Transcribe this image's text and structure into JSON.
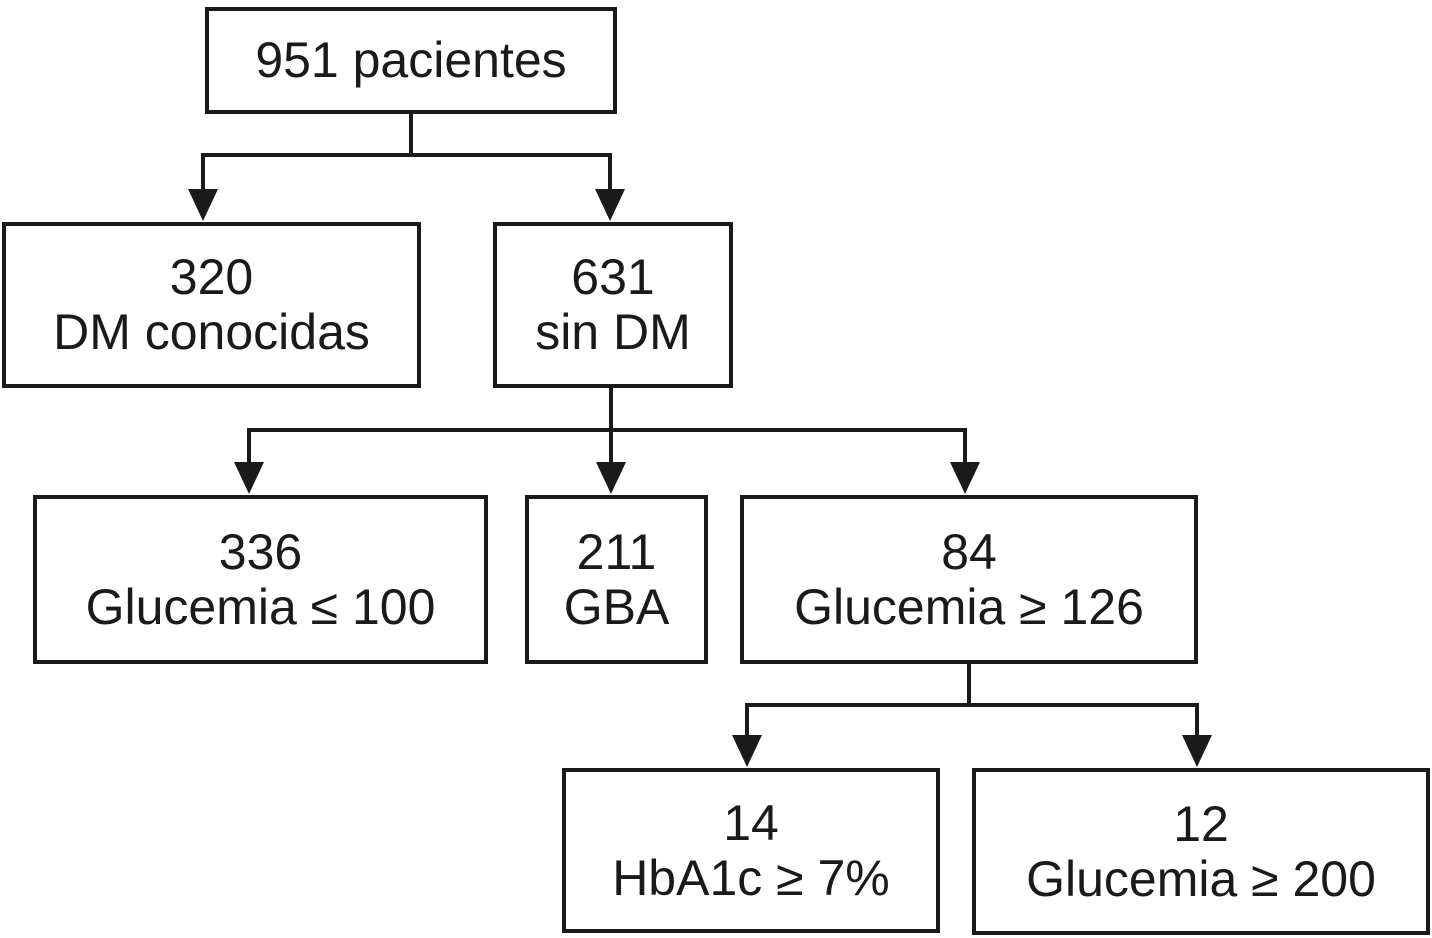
{
  "figure": {
    "type": "flowchart",
    "background": "#ffffff",
    "line_color": "#1a1a1a",
    "text_color": "#1a1a1a"
  },
  "nodes": {
    "root": {
      "line1": "951 pacientes"
    },
    "dm": {
      "line1": "320",
      "line2": "DM conocidas"
    },
    "sindm": {
      "line1": "631",
      "line2": "sin DM"
    },
    "glu100": {
      "line1": "336",
      "line2": "Glucemia ≤ 100"
    },
    "gba": {
      "line1": "211",
      "line2": "GBA"
    },
    "glu126": {
      "line1": "84",
      "line2": "Glucemia ≥ 126"
    },
    "hba1c": {
      "line1": "14",
      "line2": "HbA1c ≥ 7%"
    },
    "glu200": {
      "line1": "12",
      "line2": "Glucemia ≥ 200"
    }
  },
  "edges": [
    {
      "from": "root",
      "to": "dm"
    },
    {
      "from": "root",
      "to": "sindm"
    },
    {
      "from": "sindm",
      "to": "glu100"
    },
    {
      "from": "sindm",
      "to": "gba"
    },
    {
      "from": "sindm",
      "to": "glu126"
    },
    {
      "from": "glu126",
      "to": "hba1c"
    },
    {
      "from": "glu126",
      "to": "glu200"
    }
  ]
}
